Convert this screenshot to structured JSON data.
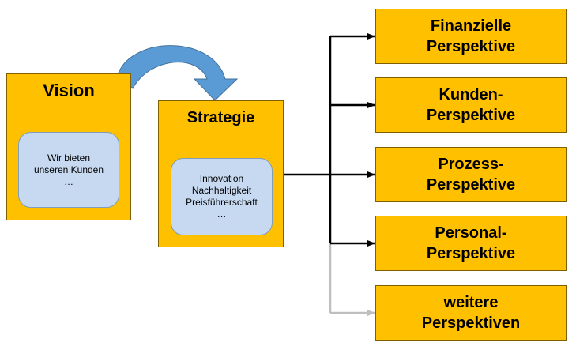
{
  "vision": {
    "title": "Vision",
    "lines": [
      "Wir bieten",
      "unseren Kunden",
      "…"
    ]
  },
  "strategy": {
    "title": "Strategie",
    "lines": [
      "Innovation",
      "Nachhaltigkeit",
      "Preisführerschaft",
      "…"
    ]
  },
  "perspectives": [
    {
      "line1": "Finanzielle",
      "line2": "Perspektive"
    },
    {
      "line1": "Kunden-",
      "line2": "Perspektive"
    },
    {
      "line1": "Prozess-",
      "line2": "Perspektive"
    },
    {
      "line1": "Personal-",
      "line2": "Perspektive"
    },
    {
      "line1": "weitere",
      "line2": "Perspektiven"
    }
  ],
  "colors": {
    "box_fill": "#FFC000",
    "inner_fill": "#C6D9F1",
    "arrow_blue": "#5B9BD5",
    "connector": "#000000",
    "connector_dimmed": "#BFBFBF"
  }
}
